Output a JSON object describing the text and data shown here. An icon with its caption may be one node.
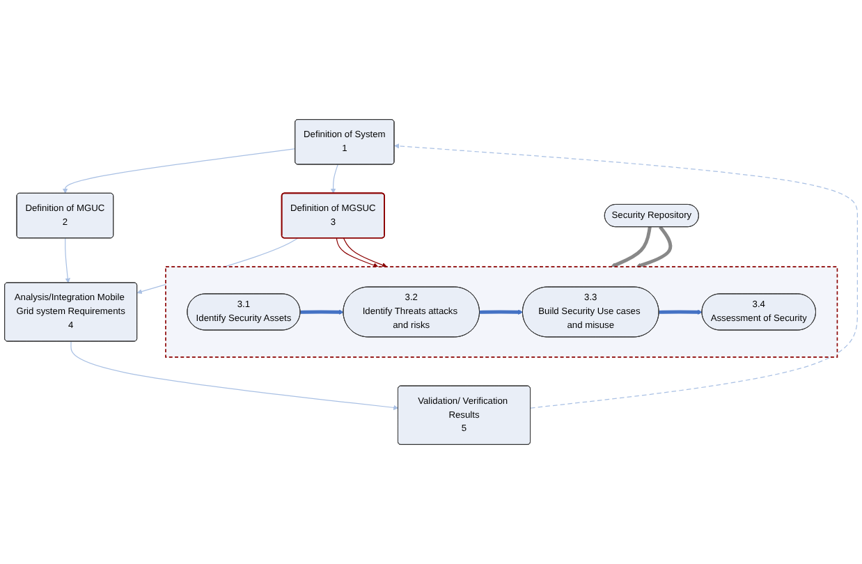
{
  "diagram": {
    "nodes": [
      {
        "text": [
          "Definition of System",
          "1"
        ]
      },
      {
        "text": [
          "Definition of MGUC",
          "2"
        ]
      },
      {
        "text": [
          "Definition of MGSUC",
          "3"
        ]
      },
      {
        "text": [
          "Analysis/Integration Mobile Grid system Requirements",
          "4"
        ]
      },
      {
        "text": [
          "Validation/ Verification Results",
          "5"
        ]
      },
      {
        "text": [],
        "shape": "box"
      },
      {
        "text": [
          "3.1",
          "Identify Security Assets"
        ],
        "in": 5
      },
      {
        "text": [
          "3.2",
          "Identify Threats attacks and risks"
        ],
        "in": 5
      },
      {
        "text": [
          "3.3",
          "Build Security Use cases and misuse"
        ],
        "in": 5
      },
      {
        "text": [
          "3.4",
          "Assessment of Security"
        ],
        "in": 5
      },
      {
        "text": [
          "Security Repository"
        ]
      }
    ],
    "edges": [
      {
        "from": 0,
        "to": 1,
        "arrow": "to"
      },
      {
        "from": 0,
        "to": 2,
        "arrow": "to"
      },
      {
        "from": 1,
        "to": 3,
        "arrow": "to"
      },
      {
        "from": 2,
        "to": 3,
        "arrow": "to"
      },
      {
        "from": 3,
        "to": 4,
        "arrow": "to"
      },
      {
        "from": 4,
        "to": 0,
        "arrow": "to",
        "style": "dashed"
      },
      {
        "from": 2,
        "to": 5,
        "arrow": "to",
        "color": "#8b0000"
      },
      {
        "from": 2,
        "to": 5,
        "arrow": "to",
        "color": "#8b0000"
      },
      {
        "from": 6,
        "to": 7,
        "arrow": "to",
        "style": "thick",
        "color": "#4472c4"
      },
      {
        "from": 7,
        "to": 8,
        "arrow": "to",
        "style": "thick",
        "color": "#4472c4"
      },
      {
        "from": 8,
        "to": 9,
        "arrow": "to",
        "style": "thick",
        "color": "#4472c4"
      },
      {
        "from": 10,
        "to": 5,
        "arrow": "to",
        "style": "thick",
        "color": "#888888"
      },
      {
        "from": 10,
        "to": 5,
        "arrow": "to",
        "style": "thick",
        "color": "#888888"
      }
    ]
  }
}
